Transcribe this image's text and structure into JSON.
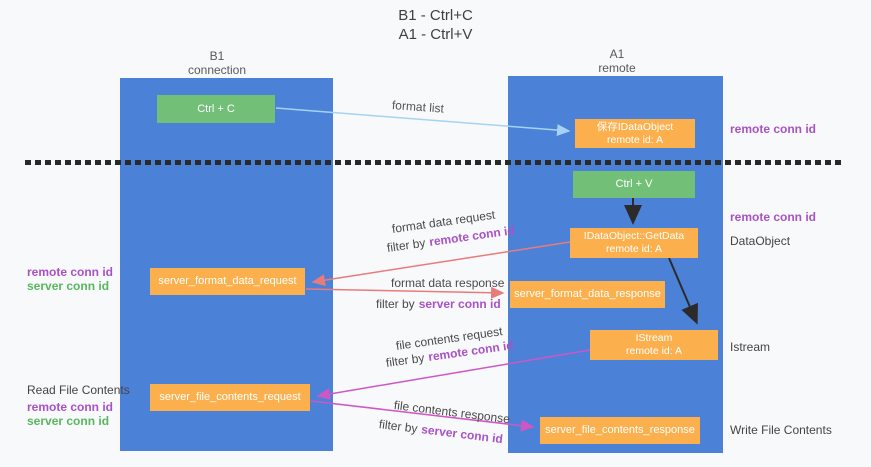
{
  "title": {
    "line1": "B1 - Ctrl+C",
    "line2": "A1 - Ctrl+V"
  },
  "colors": {
    "column_blue": "#4c81d8",
    "box_orange": "#fbb04d",
    "box_green": "#72c078",
    "remote_conn_purple": "#a852c6",
    "server_conn_green": "#57b75e",
    "arrow_light_blue": "#a5d3f3",
    "arrow_salmon": "#e87b7b",
    "arrow_magenta": "#cf56c5",
    "arrow_black": "#2b2b2b"
  },
  "columns": {
    "left": {
      "title": "B1",
      "subtitle": "connection"
    },
    "right": {
      "title": "A1",
      "subtitle": "remote"
    }
  },
  "nodes": {
    "ctrl_c": {
      "label": "Ctrl + C"
    },
    "save_dataobject": {
      "line1": "保存IDataObject",
      "line2": "remote id: A"
    },
    "ctrl_v": {
      "label": "Ctrl + V"
    },
    "getdata": {
      "line1": "IDataObject::GetData",
      "line2": "remote id: A"
    },
    "server_format_data_request": {
      "label": "server_format_data_request"
    },
    "server_format_data_response": {
      "label": "server_format_data_response"
    },
    "istream": {
      "line1": "IStream",
      "line2": "remote id: A"
    },
    "server_file_contents_request": {
      "label": "server_file_contents_request"
    },
    "server_file_contents_response": {
      "label": "server_file_contents_response"
    }
  },
  "edges": {
    "format_list": "format list",
    "format_data_request": "format data request",
    "format_data_response": "format data response",
    "file_contents_request": "file contents request",
    "file_contents_response": "file contents response",
    "filter_by": "filter by",
    "remote_conn_id": "remote conn id",
    "server_conn_id": "server conn id"
  },
  "annotations": {
    "remote_conn_id": "remote conn id",
    "server_conn_id": "server conn id",
    "dataobject": "DataObject",
    "istream": "Istream",
    "read_file_contents": "Read File Contents",
    "write_file_contents": "Write File Contents"
  }
}
